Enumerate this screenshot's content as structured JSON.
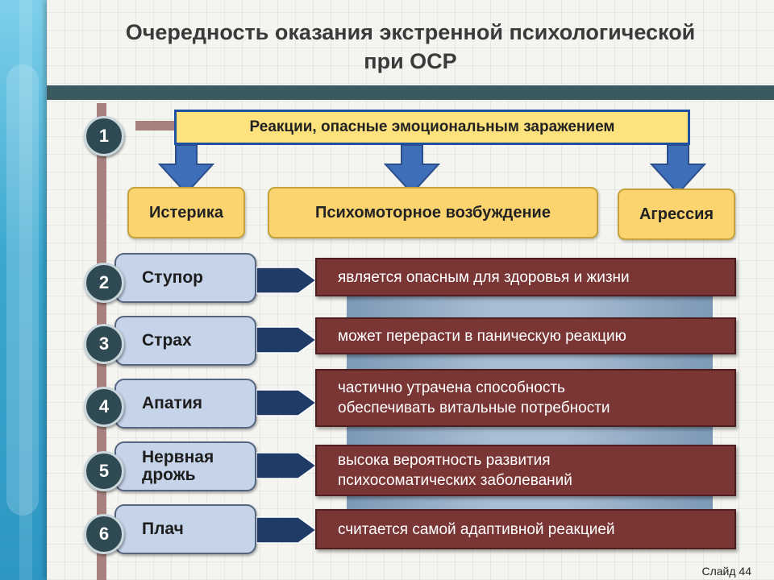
{
  "title_line1": "Очередность оказания экстренной психологической",
  "title_line2": "при ОСР",
  "top_reaction": "Реакции, опасные эмоциональным заражением",
  "categories": [
    "Истерика",
    "Психомоторное возбуждение",
    "Агрессия"
  ],
  "steps": [
    {
      "num": "1"
    },
    {
      "num": "2",
      "label": "Ступор",
      "desc": "является опасным для здоровья и жизни"
    },
    {
      "num": "3",
      "label": "Страх",
      "desc": "может перерасти в паническую реакцию"
    },
    {
      "num": "4",
      "label": "Апатия",
      "desc_line1": "частично утрачена способность",
      "desc_line2": "обеспечивать витальные потребности"
    },
    {
      "num": "5",
      "label_line1": "Нервная",
      "label_line2": "дрожь",
      "desc_line1": "высока вероятность развития",
      "desc_line2": "психосоматических заболеваний"
    },
    {
      "num": "6",
      "label": "Плач",
      "desc": "считается самой адаптивной реакцией"
    }
  ],
  "slide_number": "Слайд 44",
  "colors": {
    "title_bar": "#3b5a60",
    "yellow": "#fcd46f",
    "arrow_blue": "#3f6fb8",
    "desc_red": "#7a3535",
    "label_blue": "#c6d4ea"
  }
}
